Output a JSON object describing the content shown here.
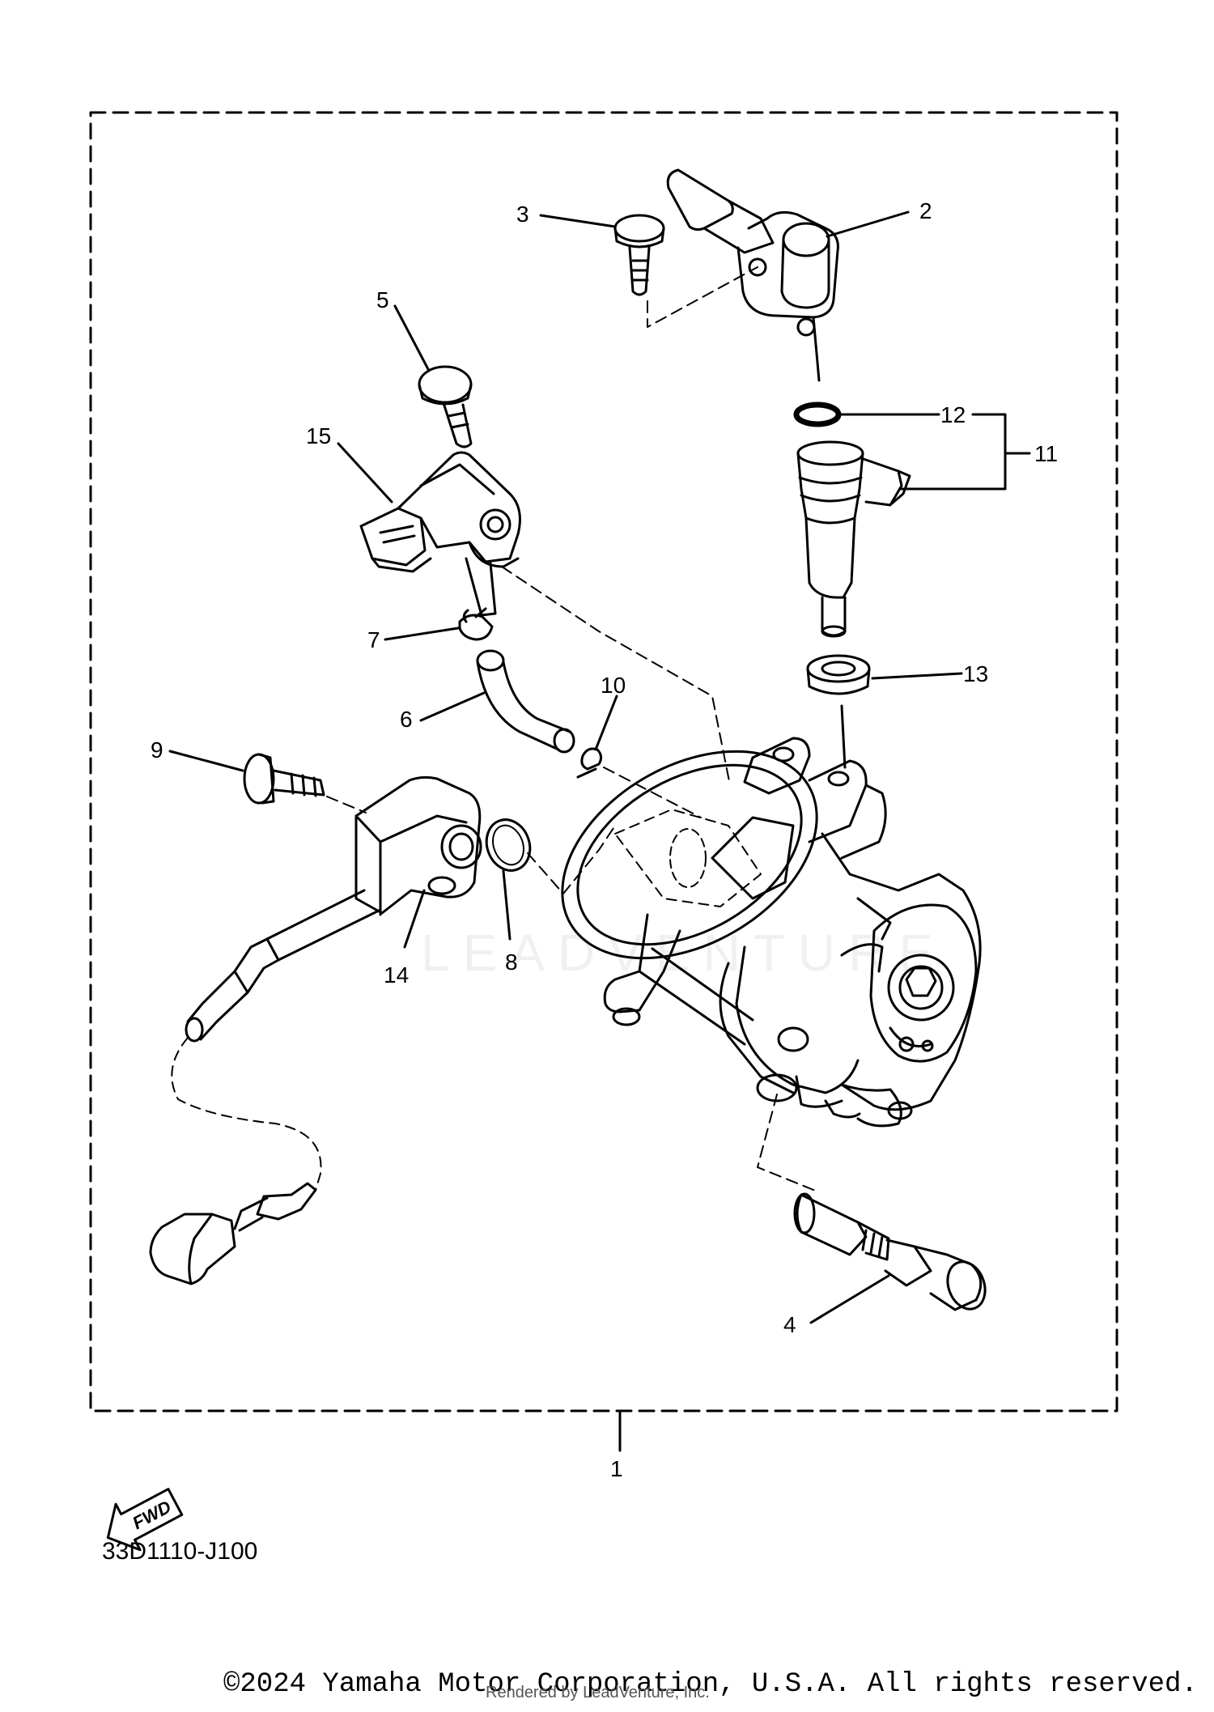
{
  "diagram": {
    "callouts": [
      "1",
      "2",
      "3",
      "4",
      "5",
      "6",
      "7",
      "8",
      "9",
      "10",
      "11",
      "12",
      "13",
      "14",
      "15"
    ],
    "fwd_label": "FWD",
    "drawing_code": "33D1110-J100",
    "watermark": "LEADVENTURE",
    "copyright": "©2024 Yamaha Motor Corporation, U.S.A. All rights reserved.",
    "rendered_by": "Rendered by LeadVenture, Inc."
  }
}
